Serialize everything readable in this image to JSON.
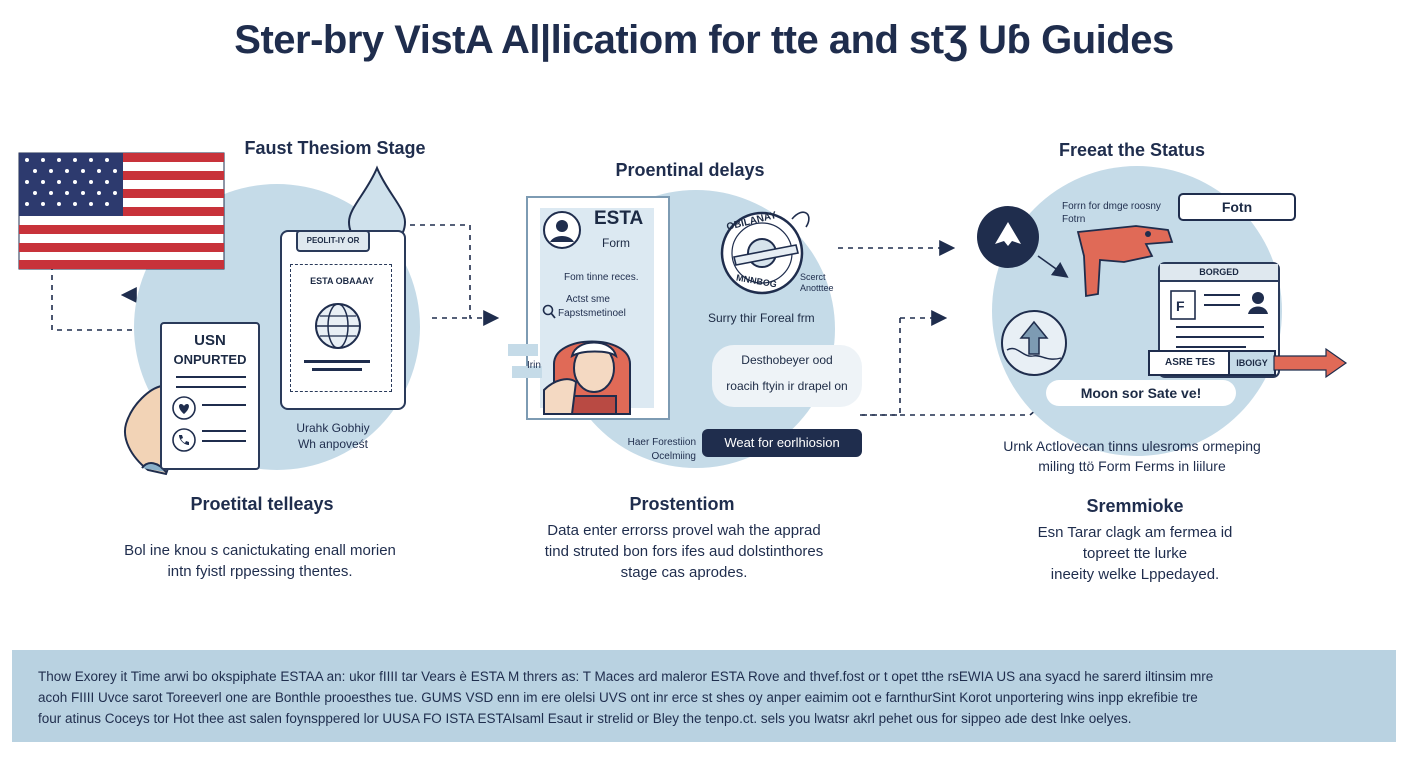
{
  "title": "Ster-bry VistA Al|licatiom for tte and stƷ Uɓ Guides",
  "stage1": {
    "heading": "Faust Thesiom Stage",
    "doc_header": "PEOLIT-IY OR",
    "doc_label": "ESTA OBAAAY",
    "doc_card_line1": "USN",
    "doc_card_line2": "ONPURTED",
    "note_line1": "Urahk Gobhiy",
    "note_line2": "Wh anpoveśt",
    "sub_heading": "Proetital telleays",
    "body_line1": "Bol ine knou s canictukating enall morien",
    "body_line2": "intn fyistl rppessing thentes."
  },
  "stage2": {
    "heading": "Proentinal delays",
    "form_title": "ESTA",
    "form_subtitle": "Form",
    "form_line1": "Fom tinne reces.",
    "form_line2": "Actst sme",
    "form_line3": "Fapstsmetinoel",
    "side_label": "Irin",
    "badge_top": "OBILANAY",
    "badge_bottom": "MNNBOG",
    "badge_note_line1": "Scerct",
    "badge_note_line2": "Anotttee",
    "submit_line": "Surry thir Foreal frm",
    "bubble_line1": "Desthobeyer ood",
    "bubble_line2": "roacih ftyin ir drapel on",
    "corner_note_line1": "Haer Forestiion",
    "corner_note_line2": "Ocelmiing",
    "button_label": "Weat for eorlhiosion",
    "sub_heading": "Prostentiom",
    "body_line1": "Data enter errorss provel wah the apprad",
    "body_line2": "tind struted bon fors ifes aud dolstinthores",
    "body_line3": "stage cas aprodes."
  },
  "stage3": {
    "heading": "Freeat the Status",
    "form_label_line1": "Forrn for dmge roosny",
    "form_label_line2": "Fotrn",
    "speech_label": "Fotn",
    "card_header": "BORGED",
    "tag_left": "ASRE TES",
    "tag_right": "IBOIGY",
    "status_pill": "Moon sor Sate ve!",
    "caption_line1": "Urnk Actlovecan tinns ulesroms ormeping",
    "caption_line2": "miling ttö Form Ferms in liilure",
    "sub_heading": "Sremmioke",
    "body_line1": "Esn Tarar clagk am fermea id",
    "body_line2": "topreet tte lurke",
    "body_line3": "ineeity welke Lppedayed."
  },
  "footer": {
    "line1": "Thow Exorey it Time arwi bo okspiphate ESTAA an: ukor fIIII tar Vears è ESTA M thrers as: T Maces ard maleror ESTA Rove and thvef.fost or t opet tthe rsEWIA US ana syacd he sarerd iltinsim mre",
    "line2": "acoh FIIII Uvce sarot Toreeverl one are Bonthle prooesthes  tue.  GUMS VSD enn im ere olelsi UVS ont inr erce st shes oy anper eaimim oot e farnthurSint Korot unportering wins inpp ekrefibie tre",
    "line3": "four atinus Coceys tor Hot thee ast salen foynsppered lor UUSA FO ISTA ESTAIsaml Esaut ir strelid or Bley the tenpo.ct. sels you lwatsr akrl pehet ous for sippeo ade dest lnke oelyes."
  },
  "colors": {
    "navy": "#1f2d4d",
    "circle": "#c5dbe8",
    "red": "#e06a57",
    "flag_red": "#c8323a",
    "flag_blue": "#2d3a6e",
    "footer_bg": "#b9d2e1"
  },
  "icons": [
    "us-flag",
    "water-drop-icon",
    "globe-icon",
    "hand-icon",
    "heart-icon",
    "phone-icon",
    "avatar-icon",
    "badge-icon",
    "plane-icon",
    "arrow-up-icon",
    "pointer-hand-icon",
    "id-card-icon",
    "arrow-right-icon"
  ]
}
